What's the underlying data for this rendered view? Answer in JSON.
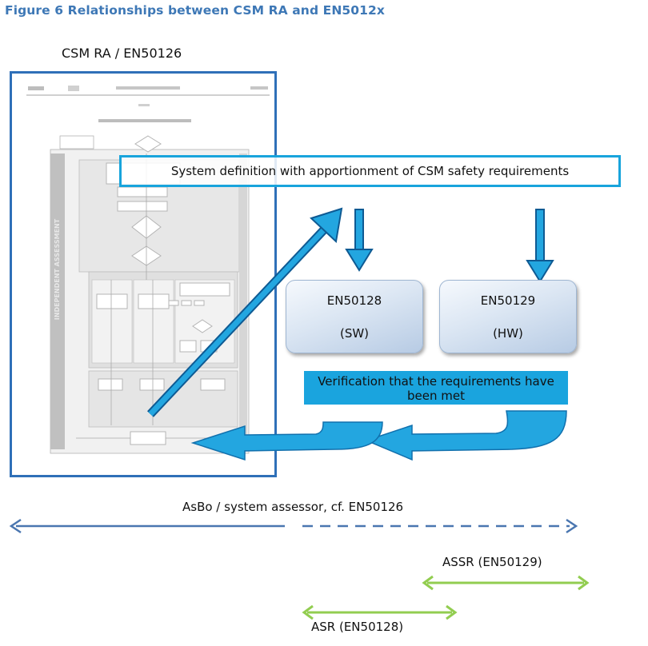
{
  "figure_title": "Figure 6 Relationships between CSM RA and EN5012x",
  "csm_label": "CSM RA / EN50126",
  "system_definition": "System definition with apportionment of CSM safety requirements",
  "en50128": {
    "name": "EN50128",
    "scope": "(SW)"
  },
  "en50129": {
    "name": "EN50129",
    "scope": "(HW)"
  },
  "verification": "Verification that the requirements have been met",
  "asbo_label": "AsBo / system assessor, cf. EN50126",
  "assr_label": "ASSR (EN50129)",
  "asr_label": "ASR (EN50128)",
  "doc_sidebar_text": "INDEPENDENT ASSESSMENT",
  "colors": {
    "title": "#3e78b6",
    "frame": "#2f70b8",
    "cyan": "#18a4dc",
    "asbo_arrow": "#4a76b0",
    "green": "#92cd50"
  }
}
